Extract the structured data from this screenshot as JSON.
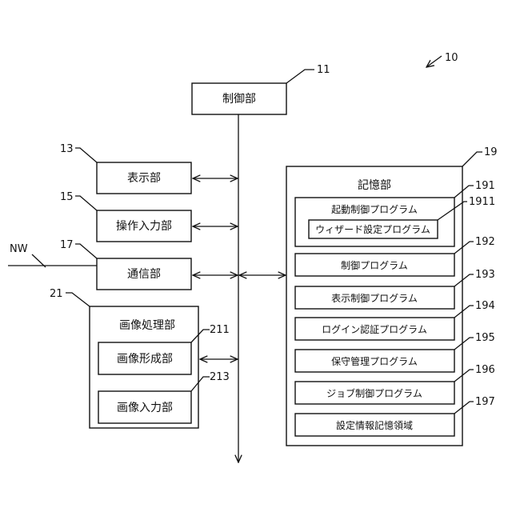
{
  "figure_number": "10",
  "control_unit": {
    "label": "制御部",
    "ref": "11"
  },
  "display_unit": {
    "label": "表示部",
    "ref": "13"
  },
  "operation_input_unit": {
    "label": "操作入力部",
    "ref": "15"
  },
  "communication_unit": {
    "label": "通信部",
    "ref": "17"
  },
  "network": {
    "label": "NW"
  },
  "image_processing_unit": {
    "label": "画像処理部",
    "ref": "21",
    "image_forming": {
      "label": "画像形成部",
      "ref": "211"
    },
    "image_input": {
      "label": "画像入力部",
      "ref": "213"
    }
  },
  "storage_unit": {
    "label": "記憶部",
    "ref": "19",
    "boot_control_program": {
      "label": "起動制御プログラム",
      "ref": "191",
      "wizard_setting_program": {
        "label": "ウィザード設定プログラム",
        "ref": "1911"
      }
    },
    "items": [
      {
        "label": "制御プログラム",
        "ref": "192"
      },
      {
        "label": "表示制御プログラム",
        "ref": "193"
      },
      {
        "label": "ログイン認証プログラム",
        "ref": "194"
      },
      {
        "label": "保守管理プログラム",
        "ref": "195"
      },
      {
        "label": "ジョブ制御プログラム",
        "ref": "196"
      },
      {
        "label": "設定情報記憶領域",
        "ref": "197"
      }
    ]
  }
}
